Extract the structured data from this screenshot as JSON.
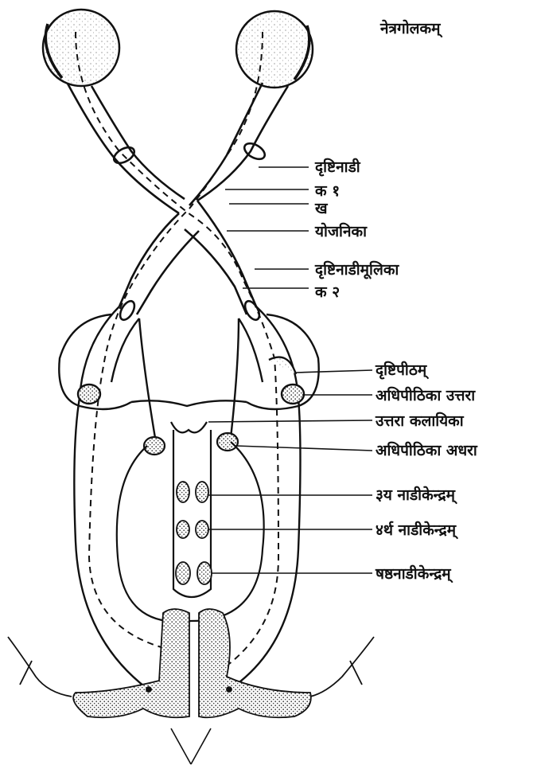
{
  "title": "नेत्रगोलकम्",
  "labels": {
    "optic_nerve": "दृष्टिनाडी",
    "ka1": "क १",
    "kha": "ख",
    "chiasma": "योजनिका",
    "optic_tract": "दृष्टिनाडीमूलिका",
    "ka2": "क २",
    "pulvinar": "दृष्टिपीठम्",
    "lgb": "अधिपीठिका उत्तरा",
    "superior_colliculus": "उत्तरा कलायिका",
    "mgb": "अधिपीठिका अधरा",
    "nucleus3": "३य नाडीकेन्द्रम्",
    "nucleus4": "४र्थ नाडीकेन्द्रम्",
    "nucleus6": "षष्ठनाडीकेन्द्रम्"
  },
  "colors": {
    "ink": "#111111",
    "paper": "#ffffff",
    "stipple": "#555555"
  }
}
